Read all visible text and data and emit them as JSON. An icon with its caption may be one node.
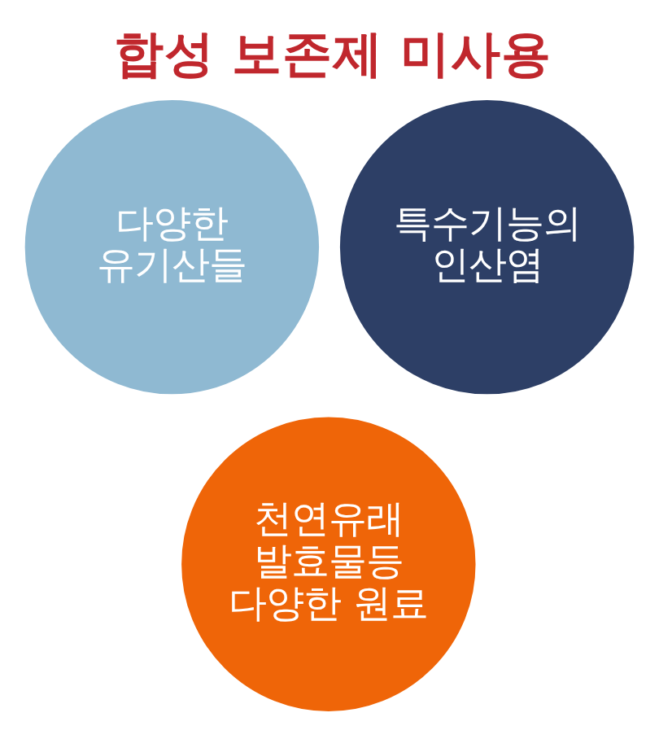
{
  "diagram": {
    "title": "합성 보존제 미사용",
    "nodes": [
      {
        "text": [
          "다양한 유기산들"
        ]
      },
      {
        "text": [
          "특수기능의 인산염"
        ]
      },
      {
        "text": [
          "천연유래 발효물등 다양한 원료"
        ]
      }
    ]
  }
}
